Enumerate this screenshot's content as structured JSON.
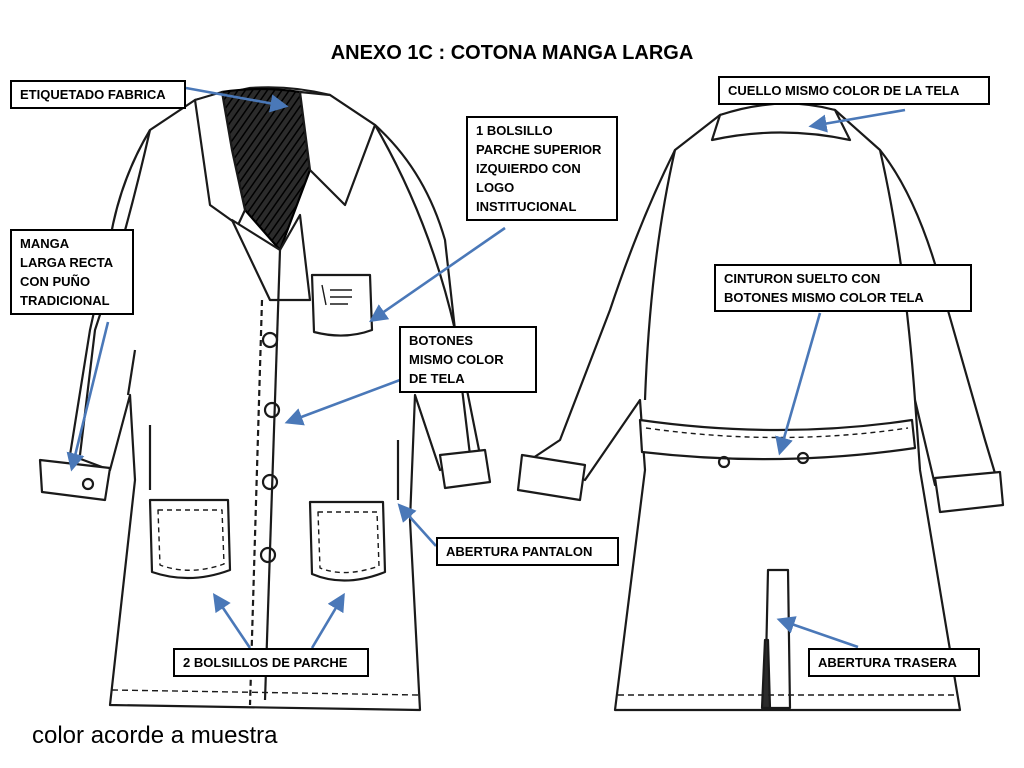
{
  "title": "ANEXO 1C   : COTONA MANGA LARGA",
  "labels": {
    "etiquetado": "ETIQUETADO FABRICA",
    "cuello": "CUELLO MISMO COLOR DE LA TELA",
    "bolsillo_superior": "1 BOLSILLO\nPARCHE SUPERIOR\nIZQUIERDO CON\nLOGO\nINSTITUCIONAL",
    "manga": "MANGA\nLARGA RECTA\nCON PUÑO\nTRADICIONAL",
    "cinturon": "CINTURON SUELTO CON\nBOTONES MISMO COLOR TELA",
    "botones": "BOTONES\nMISMO COLOR\nDE TELA",
    "abertura_pantalon": "ABERTURA PANTALON",
    "bolsillos_parche": "2 BOLSILLOS DE PARCHE",
    "abertura_trasera": "ABERTURA TRASERA"
  },
  "footer": "color acorde a muestra",
  "colors": {
    "arrow": "#4a78b8",
    "line": "#1a1a1a"
  }
}
